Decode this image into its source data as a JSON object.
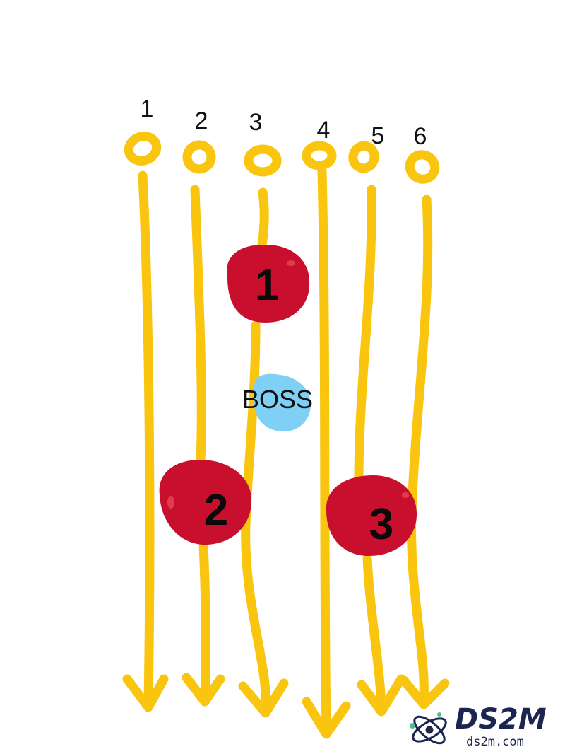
{
  "lanes": [
    {
      "number": "1"
    },
    {
      "number": "2"
    },
    {
      "number": "3"
    },
    {
      "number": "4"
    },
    {
      "number": "5"
    },
    {
      "number": "6"
    }
  ],
  "markers": [
    {
      "label": "1"
    },
    {
      "label": "2"
    },
    {
      "label": "3"
    }
  ],
  "boss": {
    "label": "BOSS"
  },
  "colors": {
    "path": "#f9c50f",
    "marker": "#c8102e",
    "marker_highlight": "#e23b4e",
    "boss": "#7fd0f5",
    "text": "#111111"
  },
  "watermark": {
    "main": "DS2M",
    "sub": "ds2m.com"
  }
}
